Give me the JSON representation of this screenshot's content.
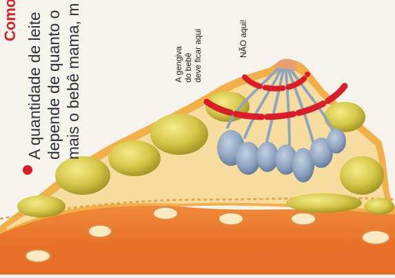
{
  "header": {
    "partial_heading": "Como o leite é fab"
  },
  "bullet": {
    "line1": "A quantidade de leite",
    "line2": "depende de quanto o",
    "line3": "mais o bebê mama, m"
  },
  "labels": {
    "gum_line1": "A gengiva",
    "gum_line2": "do bebê",
    "gum_line3": "deve ficar aqui",
    "not_here": "NÃO aqui!"
  },
  "colors": {
    "bullet": "#d81e2a",
    "marker": "#d81e2a",
    "skin": "#f0b33c",
    "fat": "#dbd04e",
    "gland": "#8ea4c0"
  }
}
